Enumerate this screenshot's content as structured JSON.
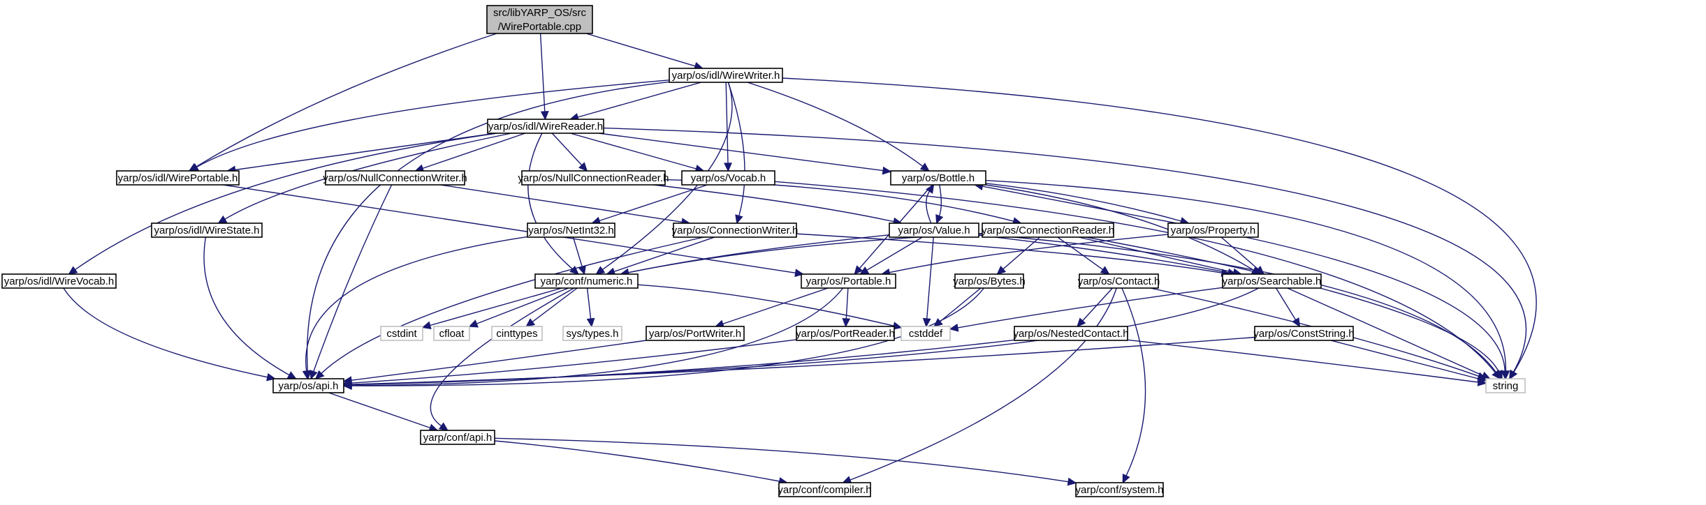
{
  "diagram": {
    "nodes": [
      {
        "id": "wireportable_cpp",
        "lines": [
          "src/libYARP_OS/src",
          "/WirePortable.cpp"
        ],
        "kind": "root"
      },
      {
        "id": "wirewriter",
        "lines": [
          "yarp/os/idl/WireWriter.h"
        ],
        "kind": "header"
      },
      {
        "id": "wirereader",
        "lines": [
          "yarp/os/idl/WireReader.h"
        ],
        "kind": "header"
      },
      {
        "id": "wireportable",
        "lines": [
          "yarp/os/idl/WirePortable.h"
        ],
        "kind": "header"
      },
      {
        "id": "nullconnwriter",
        "lines": [
          "yarp/os/NullConnectionWriter.h"
        ],
        "kind": "header"
      },
      {
        "id": "nullconnreader",
        "lines": [
          "yarp/os/NullConnectionReader.h"
        ],
        "kind": "header"
      },
      {
        "id": "vocab",
        "lines": [
          "yarp/os/Vocab.h"
        ],
        "kind": "header"
      },
      {
        "id": "bottle",
        "lines": [
          "yarp/os/Bottle.h"
        ],
        "kind": "header"
      },
      {
        "id": "wirestate",
        "lines": [
          "yarp/os/idl/WireState.h"
        ],
        "kind": "header"
      },
      {
        "id": "netint32",
        "lines": [
          "yarp/os/NetInt32.h"
        ],
        "kind": "header"
      },
      {
        "id": "connwriter",
        "lines": [
          "yarp/os/ConnectionWriter.h"
        ],
        "kind": "header"
      },
      {
        "id": "value",
        "lines": [
          "yarp/os/Value.h"
        ],
        "kind": "header"
      },
      {
        "id": "connreader",
        "lines": [
          "yarp/os/ConnectionReader.h"
        ],
        "kind": "header"
      },
      {
        "id": "property",
        "lines": [
          "yarp/os/Property.h"
        ],
        "kind": "header"
      },
      {
        "id": "wirevocab",
        "lines": [
          "yarp/os/idl/WireVocab.h"
        ],
        "kind": "header"
      },
      {
        "id": "numeric",
        "lines": [
          "yarp/conf/numeric.h"
        ],
        "kind": "header"
      },
      {
        "id": "portable",
        "lines": [
          "yarp/os/Portable.h"
        ],
        "kind": "header"
      },
      {
        "id": "bytes",
        "lines": [
          "yarp/os/Bytes.h"
        ],
        "kind": "header"
      },
      {
        "id": "contact",
        "lines": [
          "yarp/os/Contact.h"
        ],
        "kind": "header"
      },
      {
        "id": "searchable",
        "lines": [
          "yarp/os/Searchable.h"
        ],
        "kind": "header"
      },
      {
        "id": "cstdint",
        "lines": [
          "cstdint"
        ],
        "kind": "external"
      },
      {
        "id": "cfloat",
        "lines": [
          "cfloat"
        ],
        "kind": "external"
      },
      {
        "id": "cinttypes",
        "lines": [
          "cinttypes"
        ],
        "kind": "external"
      },
      {
        "id": "systypes",
        "lines": [
          "sys/types.h"
        ],
        "kind": "external"
      },
      {
        "id": "cstddef",
        "lines": [
          "cstddef"
        ],
        "kind": "external"
      },
      {
        "id": "portwriter",
        "lines": [
          "yarp/os/PortWriter.h"
        ],
        "kind": "header"
      },
      {
        "id": "portreader",
        "lines": [
          "yarp/os/PortReader.h"
        ],
        "kind": "header"
      },
      {
        "id": "nestedcontact",
        "lines": [
          "yarp/os/NestedContact.h"
        ],
        "kind": "header"
      },
      {
        "id": "conststring",
        "lines": [
          "yarp/os/ConstString.h"
        ],
        "kind": "header"
      },
      {
        "id": "string",
        "lines": [
          "string"
        ],
        "kind": "external"
      },
      {
        "id": "os_api",
        "lines": [
          "yarp/os/api.h"
        ],
        "kind": "header"
      },
      {
        "id": "conf_api",
        "lines": [
          "yarp/conf/api.h"
        ],
        "kind": "header"
      },
      {
        "id": "compiler",
        "lines": [
          "yarp/conf/compiler.h"
        ],
        "kind": "header"
      },
      {
        "id": "system",
        "lines": [
          "yarp/conf/system.h"
        ],
        "kind": "header"
      }
    ],
    "edges": [
      [
        "wireportable_cpp",
        "wireportable"
      ],
      [
        "wireportable_cpp",
        "wirereader"
      ],
      [
        "wireportable_cpp",
        "wirewriter"
      ],
      [
        "wirewriter",
        "os_api"
      ],
      [
        "wirewriter",
        "wireportable"
      ],
      [
        "wirewriter",
        "wirereader"
      ],
      [
        "wirewriter",
        "vocab"
      ],
      [
        "wirewriter",
        "connwriter"
      ],
      [
        "wirewriter",
        "numeric"
      ],
      [
        "wirewriter",
        "bottle"
      ],
      [
        "wirewriter",
        "string"
      ],
      [
        "wirereader",
        "wirevocab"
      ],
      [
        "wirereader",
        "wireportable"
      ],
      [
        "wirereader",
        "wirestate"
      ],
      [
        "wirereader",
        "nullconnwriter"
      ],
      [
        "wirereader",
        "nullconnreader"
      ],
      [
        "wirereader",
        "vocab"
      ],
      [
        "wirereader",
        "numeric"
      ],
      [
        "wirereader",
        "bottle"
      ],
      [
        "wirereader",
        "string"
      ],
      [
        "wireportable",
        "portable"
      ],
      [
        "nullconnwriter",
        "connwriter"
      ],
      [
        "nullconnwriter",
        "os_api"
      ],
      [
        "nullconnreader",
        "connreader"
      ],
      [
        "nullconnreader",
        "value"
      ],
      [
        "vocab",
        "netint32"
      ],
      [
        "vocab",
        "string"
      ],
      [
        "wirestate",
        "os_api"
      ],
      [
        "netint32",
        "numeric"
      ],
      [
        "netint32",
        "os_api"
      ],
      [
        "bottle",
        "value"
      ],
      [
        "bottle",
        "portable"
      ],
      [
        "bottle",
        "property"
      ],
      [
        "bottle",
        "searchable"
      ],
      [
        "bottle",
        "string"
      ],
      [
        "value",
        "bottle"
      ],
      [
        "value",
        "numeric"
      ],
      [
        "value",
        "portable"
      ],
      [
        "value",
        "searchable"
      ],
      [
        "value",
        "cstddef"
      ],
      [
        "value",
        "string"
      ],
      [
        "connwriter",
        "numeric"
      ],
      [
        "connwriter",
        "searchable"
      ],
      [
        "connwriter",
        "os_api"
      ],
      [
        "connreader",
        "numeric"
      ],
      [
        "connreader",
        "bytes"
      ],
      [
        "connreader",
        "contact"
      ],
      [
        "connreader",
        "searchable"
      ],
      [
        "connreader",
        "string"
      ],
      [
        "property",
        "bottle"
      ],
      [
        "property",
        "portable"
      ],
      [
        "property",
        "searchable"
      ],
      [
        "property",
        "string"
      ],
      [
        "wirevocab",
        "os_api"
      ],
      [
        "numeric",
        "cstdint"
      ],
      [
        "numeric",
        "cfloat"
      ],
      [
        "numeric",
        "cinttypes"
      ],
      [
        "numeric",
        "systypes"
      ],
      [
        "numeric",
        "cstddef"
      ],
      [
        "numeric",
        "conf_api"
      ],
      [
        "portable",
        "portwriter"
      ],
      [
        "portable",
        "portreader"
      ],
      [
        "portable",
        "os_api"
      ],
      [
        "bytes",
        "cstddef"
      ],
      [
        "bytes",
        "os_api"
      ],
      [
        "contact",
        "nestedcontact"
      ],
      [
        "contact",
        "compiler"
      ],
      [
        "contact",
        "system"
      ],
      [
        "contact",
        "string"
      ],
      [
        "searchable",
        "cstddef"
      ],
      [
        "searchable",
        "conststring"
      ],
      [
        "searchable",
        "string"
      ],
      [
        "searchable",
        "os_api"
      ],
      [
        "portwriter",
        "os_api"
      ],
      [
        "portreader",
        "os_api"
      ],
      [
        "nestedcontact",
        "os_api"
      ],
      [
        "nestedcontact",
        "string"
      ],
      [
        "conststring",
        "os_api"
      ],
      [
        "conststring",
        "string"
      ],
      [
        "os_api",
        "conf_api"
      ],
      [
        "conf_api",
        "compiler"
      ],
      [
        "conf_api",
        "system"
      ]
    ]
  }
}
